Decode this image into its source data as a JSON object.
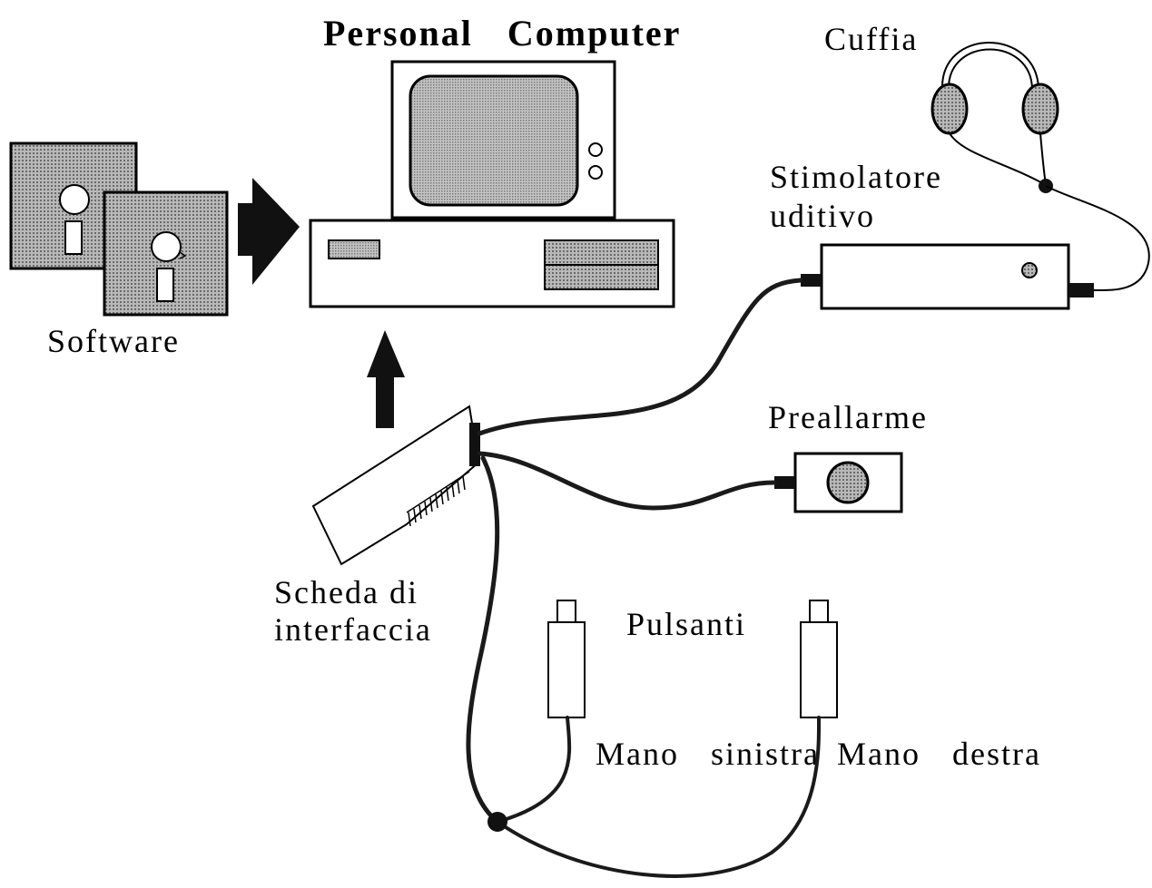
{
  "labels": {
    "title": "Personal Computer",
    "cuffia": "Cuffia",
    "software": "Software",
    "stimolatore_line1": "Stimolatore",
    "stimolatore_line2": "uditivo",
    "preallarme": "Preallarme",
    "scheda_line1": "Scheda di",
    "scheda_line2": "interfaccia",
    "pulsanti": "Pulsanti",
    "mano_sinistra": "Mano sinistra",
    "mano_destra": "Mano destra"
  },
  "colors": {
    "line": "#000000",
    "fill_gray": "#9a9a9a",
    "cable": "#1a1a1a",
    "background": "#ffffff"
  }
}
